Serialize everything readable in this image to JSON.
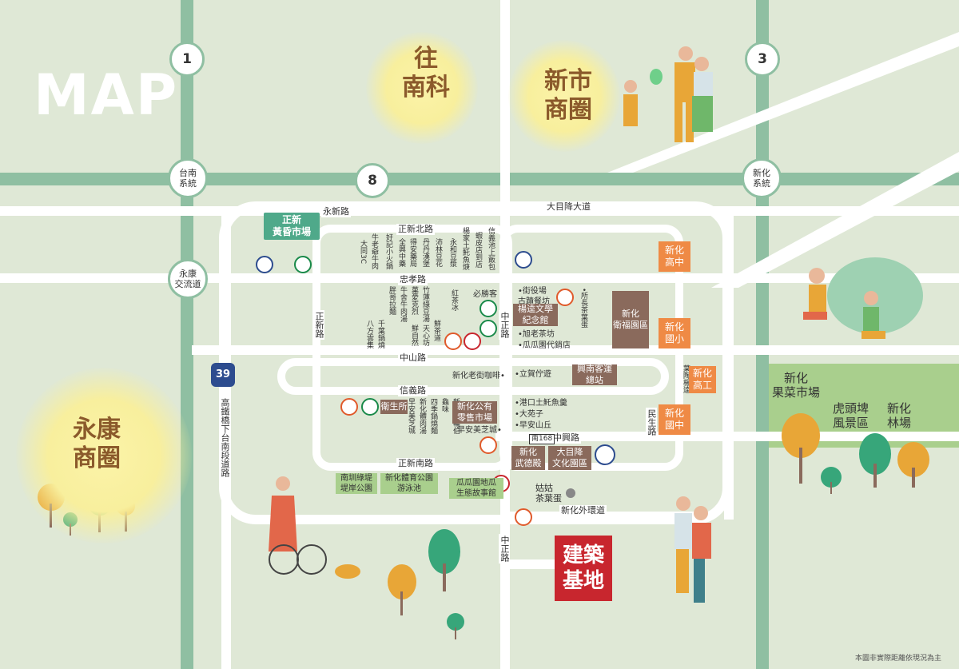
{
  "title": "MAP",
  "areas": {
    "south_tech": "往\n南科",
    "xinshi": "新市\n商圈",
    "yongkang": "永康\n商圈"
  },
  "highways": {
    "h1": "1",
    "h3": "3",
    "h8": "8",
    "h39": "39"
  },
  "interchanges": {
    "tainan": "台南\n系統",
    "xinhua": "新化\n系統",
    "yongkang": "永康\n交流道"
  },
  "roads": {
    "yongxin": "永新路",
    "damu_jiangdadao": "大目降大道",
    "zhengxin_north": "正新北路",
    "zhongxiao": "忠孝路",
    "zhongshan": "中山路",
    "xinyi": "信義路",
    "zhengxin_south": "正新南路",
    "zhongxing": "中興路",
    "outer_ring": "新化外環道",
    "zhengxin": "正新路",
    "zhongzheng_1": "中正路",
    "zhongzheng_2": "中正路",
    "minsheng": "民生路",
    "gaotie": "高鐵橋下台南段道路",
    "nan168": "南168"
  },
  "markets": {
    "dusk_market": "正新\n黃昏市場",
    "fruit_market": "新化\n果菜市場"
  },
  "schools": {
    "high_school": "新化\n高中",
    "elementary": "新化\n國小",
    "vocational": "新化\n高工",
    "junior_high": "新化\n國中"
  },
  "landmarks": {
    "yang_kui": "楊逵文學\n紀念館",
    "welfare": "新化\n衛福園區",
    "bus_station": "興南客運\n總站",
    "retail_market": "新化公有\n零售市場",
    "health": "衛生所",
    "martial": "新化\n武德殿",
    "damujiang": "大目降\n文化園區",
    "hutoupi": "虎頭埤\n風景區",
    "forest": "新化\n林場",
    "site": "建築\n基地",
    "gugu_egg": "姑姑\n茶葉蛋"
  },
  "parks": {
    "nanzhen": "南圳綠堤\n堤岸公園",
    "gym": "新化體育公園\n游泳池",
    "gua_gua": "瓜瓜園地瓜\n生態故事館"
  },
  "shops_north": [
    "大同3C",
    "牛老爺牛肉",
    "好記小火鍋",
    "全興中藥",
    "得安藥局",
    "丹丹漢堡",
    "沛林豆花",
    "永和豆漿",
    "楊家土魠魚焿",
    "蝦皮店到店",
    "信義池上飯包"
  ],
  "shops_mid": [
    "八方雲集",
    "千葉鍋燒",
    "胖哥拉麵",
    "牛舍牛肉湯",
    "菓愛克烈",
    "竹蓮綠豆湯",
    "鮮自然",
    "天心坊",
    "鮮茶道"
  ],
  "shops_south": [
    "早安美芝城",
    "新化體肉湯",
    "四季鍋燒麵",
    "鱻味",
    "新化黑輪伯"
  ],
  "labels": {
    "bikeshike": "必勝客",
    "hongchabing": "紅茶冰",
    "jieyi": "•街役場\n古蹟餐坊",
    "suoyeh": "•所長茶葉蛋",
    "xulao": "•旭老茶坊",
    "guagua_store": "•瓜瓜園代銷店",
    "xinhua_coffee": "新化老街咖啡•",
    "lizhi": "•立賀佇遊",
    "gangkou": "•港口土魠魚羹",
    "dayuanzi": "•大苑子",
    "zaoan_shanqiu": "•早安山丘",
    "zaoan_meizhi": "早安美芝城•",
    "yelu": "葉陶楊逵",
    "note": "本圖非實際距離依現況為主"
  },
  "colors": {
    "background": "#dfe8d6",
    "highway": "#8fbfa2",
    "road": "#ffffff",
    "school": "#ef8a45",
    "landmark": "#8a6a5c",
    "site": "#c8262e",
    "park": "#a9cf8d",
    "market": "#4fa98a"
  }
}
